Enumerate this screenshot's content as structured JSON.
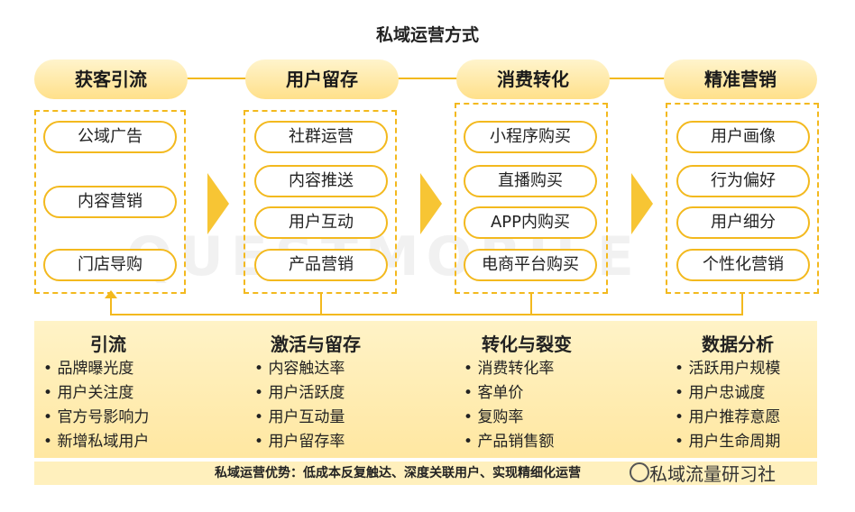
{
  "title": "私域运营方式",
  "stages": [
    {
      "label": "获客引流",
      "items": [
        "公域广告",
        "内容营销",
        "门店导购"
      ]
    },
    {
      "label": "用户留存",
      "items": [
        "社群运营",
        "内容推送",
        "用户互动",
        "产品营销"
      ]
    },
    {
      "label": "消费转化",
      "items": [
        "小程序购买",
        "直播购买",
        "APP内购买",
        "电商平台购买"
      ]
    },
    {
      "label": "精准营销",
      "items": [
        "用户画像",
        "行为偏好",
        "用户细分",
        "个性化营销"
      ]
    }
  ],
  "metrics": [
    {
      "head": "引流",
      "bullets": [
        "品牌曝光度",
        "用户关注度",
        "官方号影响力",
        "新增私域用户"
      ]
    },
    {
      "head": "激活与留存",
      "bullets": [
        "内容触达率",
        "用户活跃度",
        "用户互动量",
        "用户留存率"
      ]
    },
    {
      "head": "转化与裂变",
      "bullets": [
        "消费转化率",
        "客单价",
        "复购率",
        "产品销售额"
      ]
    },
    {
      "head": "数据分析",
      "bullets": [
        "活跃用户规模",
        "用户忠诚度",
        "用户推荐意愿",
        "用户生命周期"
      ]
    }
  ],
  "footer": "私域运营优势：低成本反复触达、深度关联用户、实现精细化运营",
  "watermark": "私域流量研习社",
  "ghost_text": "QUESTMOBILE",
  "colors": {
    "accent": "#f3b91e",
    "pill_fill": "#ffe08a",
    "panel": "#fff3c7"
  }
}
